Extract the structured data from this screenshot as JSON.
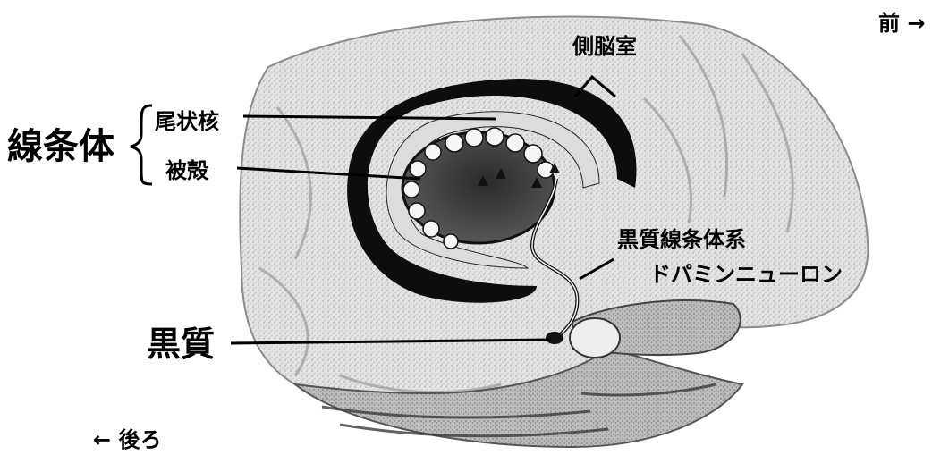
{
  "labels": {
    "front": "前 →",
    "lateral_ventricle": "側脳室",
    "striatum": "線条体",
    "caudate_nucleus": "尾状核",
    "putamen": "被殻",
    "nigrostriatal_pathway": "黒質線条体系",
    "dopamine_neuron": "ドパミンニューロン",
    "substantia_nigra": "黒質",
    "back": "← 後ろ"
  }
}
